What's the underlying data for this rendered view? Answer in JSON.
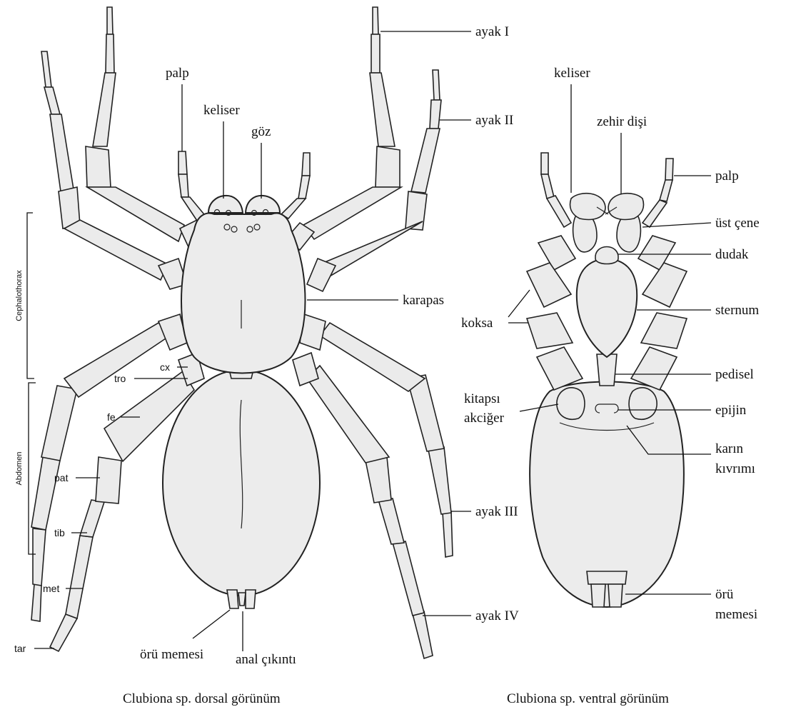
{
  "dorsal": {
    "caption": "Clubiona sp. dorsal görünüm",
    "labels": {
      "leg1": "ayak I",
      "leg2": "ayak II",
      "leg3": "ayak III",
      "leg4": "ayak IV",
      "palp": "palp",
      "chelicera": "keliser",
      "eye": "göz",
      "carapace": "karapas",
      "coxa": "cx",
      "trochanter": "tro",
      "femur": "fe",
      "patella": "pat",
      "tibia": "tib",
      "metatarsus": "met",
      "tarsus": "tar",
      "spinnerets": "örü memesi",
      "anal_tubercle": "anal çıkıntı",
      "cephalothorax": "Cephalothorax",
      "abdomen": "Abdomen"
    }
  },
  "ventral": {
    "caption": "Clubiona sp. ventral görünüm",
    "labels": {
      "chelicera": "keliser",
      "fang": "zehir dişi",
      "palp": "palp",
      "maxilla": "üst çene",
      "labium": "dudak",
      "sternum": "sternum",
      "coxa": "koksa",
      "pedicel": "pedisel",
      "book_lung_1": "kitapsı",
      "book_lung_2": "akciğer",
      "epigyne": "epijin",
      "epigastric_1": "karın",
      "epigastric_2": "kıvrımı",
      "spinnerets_1": "örü",
      "spinnerets_2": "memesi"
    }
  }
}
